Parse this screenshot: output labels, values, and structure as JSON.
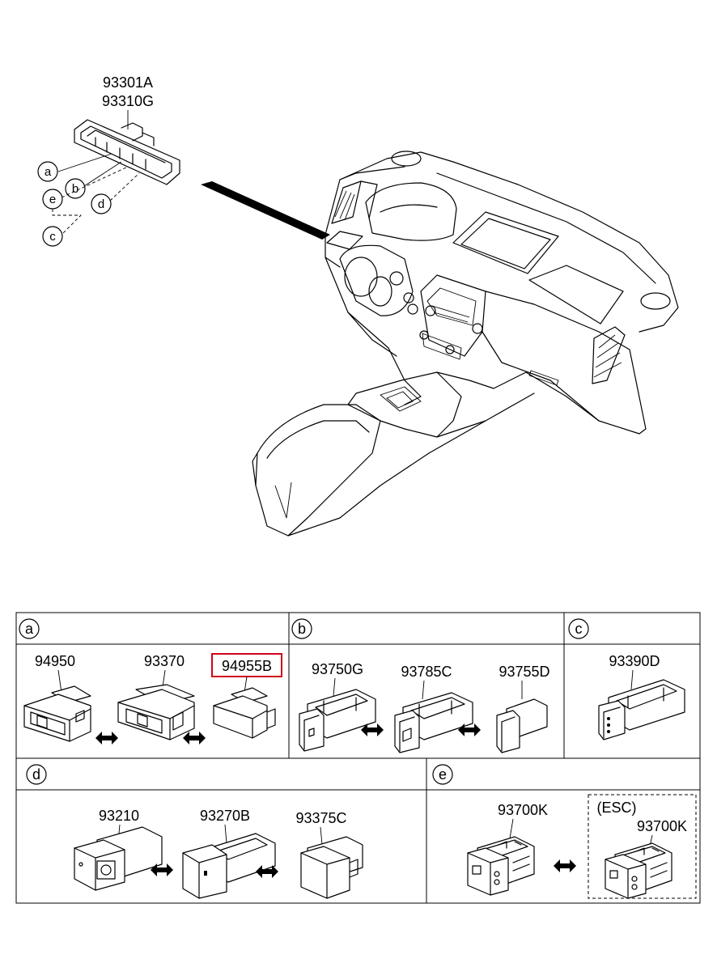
{
  "overview": {
    "part_numbers": [
      "93301A",
      "93310G"
    ],
    "callouts": [
      "a",
      "b",
      "e",
      "d",
      "c"
    ]
  },
  "sections": {
    "a": {
      "label": "a",
      "parts": [
        "94950",
        "93370",
        "94955B"
      ],
      "highlighted_part": "94955B",
      "highlight_color": "#d0021b"
    },
    "b": {
      "label": "b",
      "parts": [
        "93750G",
        "93785C",
        "93755D"
      ]
    },
    "c": {
      "label": "c",
      "parts": [
        "93390D"
      ]
    },
    "d": {
      "label": "d",
      "parts": [
        "93210",
        "93270B",
        "93375C"
      ]
    },
    "e": {
      "label": "e",
      "parts": [
        "93700K",
        "93700K"
      ],
      "variant_label": "(ESC)"
    }
  },
  "icons": {
    "interchange": "double-arrow-icon"
  }
}
